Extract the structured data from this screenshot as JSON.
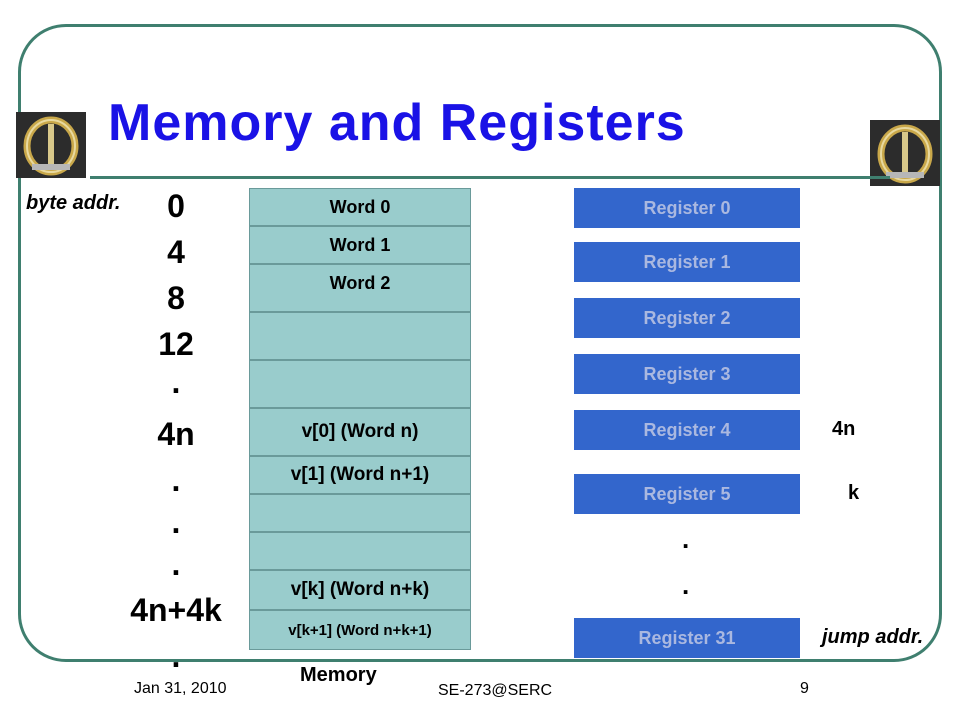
{
  "slide": {
    "title": "Memory and Registers",
    "byte_addr_label": "byte addr.",
    "memory_label": "Memory",
    "jump_addr_label": "jump addr."
  },
  "addresses": {
    "a0": "0",
    "a4": "4",
    "a8": "8",
    "a12": "12",
    "dot1": ".",
    "a4n": "4n",
    "dot2": ".",
    "dot3": ".",
    "dot4": ".",
    "a4n4k": "4n+4k",
    "dot5": "."
  },
  "memory": {
    "cells": [
      "Word 0",
      "Word 1",
      "Word 2",
      "",
      "",
      "v[0] (Word n)",
      "v[1] (Word n+1)",
      "",
      "",
      "v[k] (Word n+k)",
      "v[k+1] (Word n+k+1)"
    ]
  },
  "registers": {
    "r0": "Register 0",
    "r1": "Register 1",
    "r2": "Register 2",
    "r3": "Register 3",
    "r4": "Register 4",
    "r5": "Register 5",
    "r31": "Register 31",
    "ellipsis1": ".",
    "ellipsis2": ".",
    "r4_value": "4n",
    "r5_value": "k"
  },
  "footer": {
    "date": "Jan 31, 2010",
    "center": "SE-273@SERC",
    "page": "9"
  },
  "colors": {
    "title": "#1a12e6",
    "memory_cell": "#99cccc",
    "register": "#3366cc",
    "frame": "#3f7f6f"
  }
}
